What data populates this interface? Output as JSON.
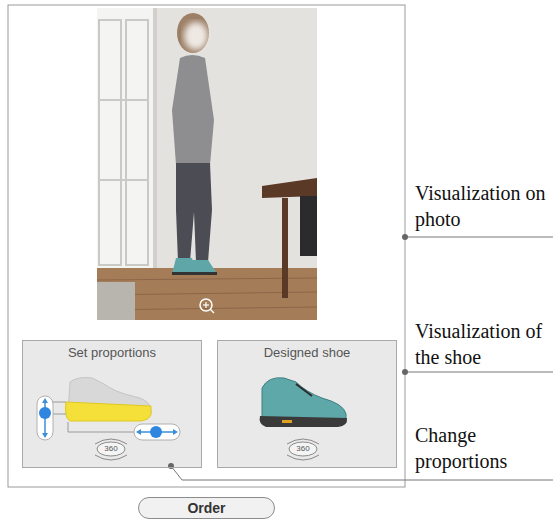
{
  "diagram": {
    "nodes": [
      {
        "text": [
          "Set proportions"
        ]
      },
      {
        "text": [
          "Designed shoe"
        ]
      },
      {
        "text": [
          "Order"
        ]
      }
    ],
    "labels": [
      "360",
      "360",
      "Visualization on photo",
      "Visualization of the shoe",
      "Change proportions"
    ]
  }
}
